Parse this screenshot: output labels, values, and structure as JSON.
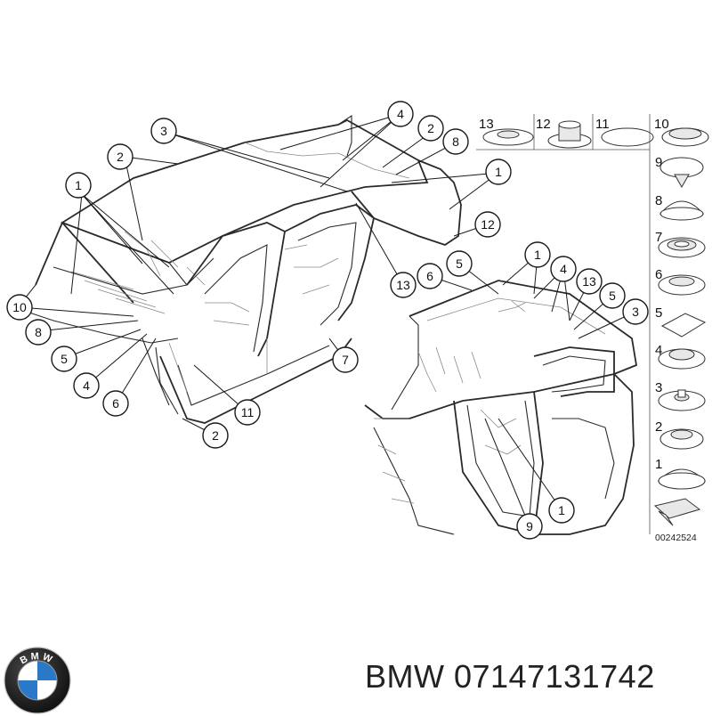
{
  "diagram": {
    "id_code": "00242524",
    "main_view_callouts": [
      "1",
      "2",
      "3",
      "4",
      "2",
      "8",
      "1",
      "12",
      "10",
      "8",
      "5",
      "4",
      "6",
      "11",
      "2",
      "7",
      "13"
    ],
    "wagon_view_callouts": [
      "6",
      "5",
      "1",
      "4",
      "13",
      "5",
      "3",
      "9",
      "1"
    ],
    "parts_legend": [
      {
        "number": "13",
        "icon": "grommet-flat-icon"
      },
      {
        "number": "12",
        "icon": "grommet-sleeve-icon"
      },
      {
        "number": "11",
        "icon": "grommet-thin-icon"
      },
      {
        "number": "10",
        "icon": "plug-cap-icon"
      },
      {
        "number": "9",
        "icon": "plug-tapered-icon"
      },
      {
        "number": "8",
        "icon": "plug-dome-icon"
      },
      {
        "number": "7",
        "icon": "plug-ribbed-icon"
      },
      {
        "number": "6",
        "icon": "plug-flange-icon"
      },
      {
        "number": "5",
        "icon": "adhesive-patch-icon"
      },
      {
        "number": "4",
        "icon": "plug-stepped-icon"
      },
      {
        "number": "3",
        "icon": "plug-center-icon"
      },
      {
        "number": "2",
        "icon": "plug-round-icon"
      },
      {
        "number": "1",
        "icon": "plug-large-icon"
      }
    ]
  },
  "footer": {
    "brand_logo": "bmw-logo-icon",
    "logo_text": "BMW",
    "part_number": "BMW 07147131742"
  },
  "colors": {
    "logo_blue": "#2a78c8",
    "logo_dark": "#1c1c1c",
    "line": "#2a2a2a"
  }
}
